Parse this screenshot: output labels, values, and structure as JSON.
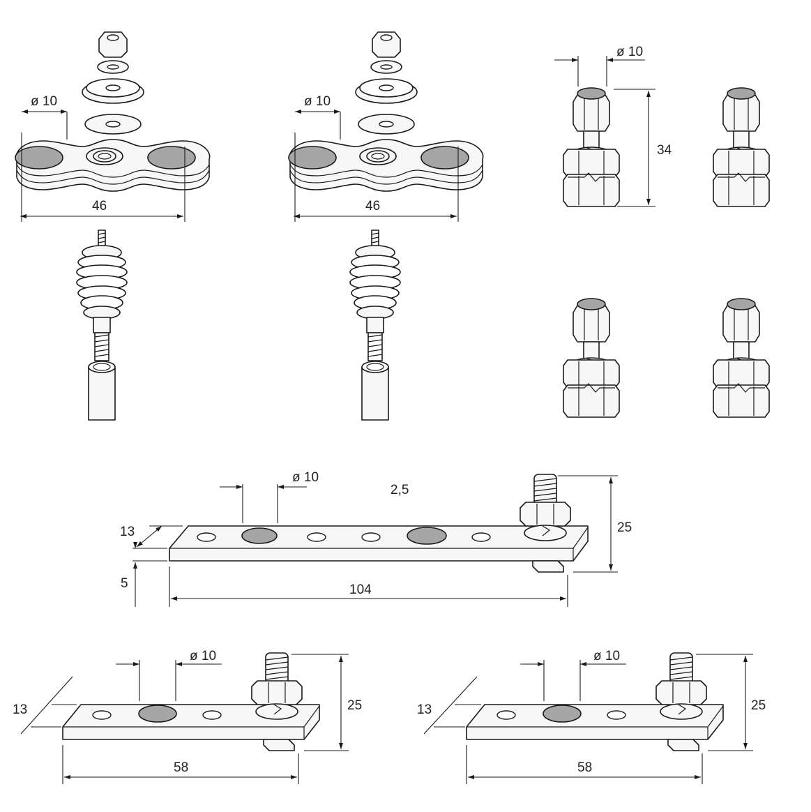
{
  "dimensions": {
    "a_dia": "ø 10",
    "a_len": "46",
    "b_dia": "ø 10",
    "b_len": "46",
    "c_dia": "ø 10",
    "c_height": "34",
    "d_dia": "ø 10",
    "d_thickness": "2,5",
    "d_width": "13",
    "d_offset": "5",
    "d_height": "25",
    "d_len": "104",
    "e_width": "13",
    "e_dia": "ø 10",
    "e_height": "25",
    "e_len": "58",
    "f_width": "13",
    "f_dia": "ø 10",
    "f_height": "25",
    "f_len": "58"
  },
  "colors": {
    "line": "#1a1a1a",
    "pad": "#a6a6a6",
    "background": "#ffffff"
  }
}
